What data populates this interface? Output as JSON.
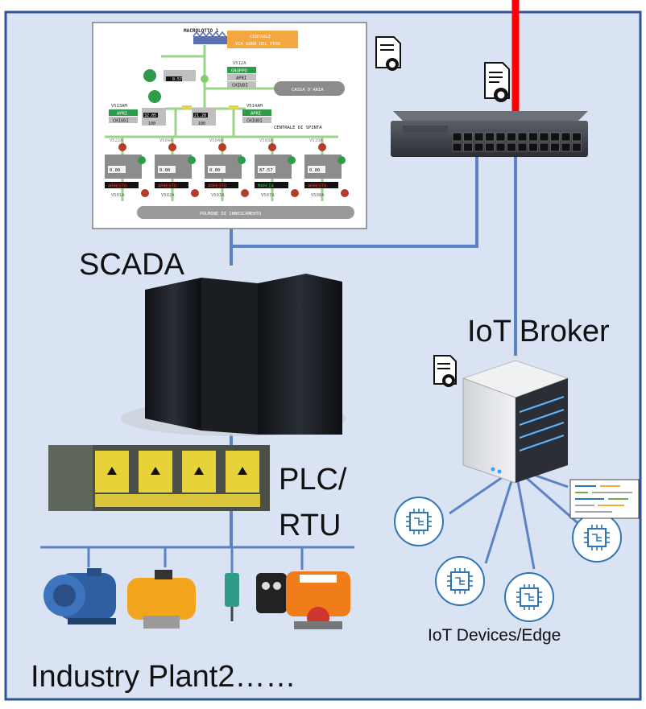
{
  "labels": {
    "scada": "SCADA",
    "iot_broker": "IoT Broker",
    "plc_line1": "PLC/",
    "plc_line2": "RTU",
    "iot_devices": "IoT Devices/Edge",
    "plant": "Industry Plant2……"
  },
  "hmi": {
    "header": "MACROLOTTO 1",
    "station_line1": "CENTRALE",
    "station_line2": "VIA GORA DEL PERO",
    "top_valve": "V512A",
    "top_valve_state": "GRUPPO",
    "top_open": "APRI",
    "top_close": "CHIUDI",
    "tank": "CASSA D'ARIA",
    "left_valve": "V513AM",
    "left_open": "APRI",
    "left_close": "CHIUDI",
    "right_valve": "V514AM",
    "right_open": "APRI",
    "right_close": "CHIUDI",
    "pump_station": "CENTRALE DI SPINTA",
    "manifold": "POLMONE DI INNESCAMENTO",
    "flow_reading": "0.57",
    "left_gauge": "32.05",
    "left_gauge_pct": "100",
    "mid_gauge": "21.28",
    "mid_gauge_pct": "100",
    "pumps": [
      {
        "valve": "V522A",
        "value": "0.00",
        "state": "ARRESTO",
        "id": "V501A"
      },
      {
        "valve": "V504A",
        "value": "0.00",
        "state": "ARRESTO",
        "id": "V502A"
      },
      {
        "valve": "V504A",
        "value": "0.00",
        "state": "ARRESTO",
        "id": "V503A"
      },
      {
        "valve": "V503A",
        "value": "87.57",
        "state": "MARCIA",
        "id": "V507A"
      },
      {
        "valve": "V510A",
        "value": "0.00",
        "state": "ARRESTO",
        "id": "V508A"
      }
    ]
  },
  "colors": {
    "plant_border": "#2f5597",
    "plant_fill": "#dae3f3",
    "link_line": "#5b83c4",
    "uplink_line": "#ff0000",
    "device_icon": "#2e75b6"
  },
  "icons": [
    "certificate-icon",
    "network-switch",
    "server-rack",
    "plc-module",
    "electric-motor",
    "pneumatic-actuator",
    "proximity-sensor",
    "valve-actuator",
    "iot-chip-icon"
  ]
}
